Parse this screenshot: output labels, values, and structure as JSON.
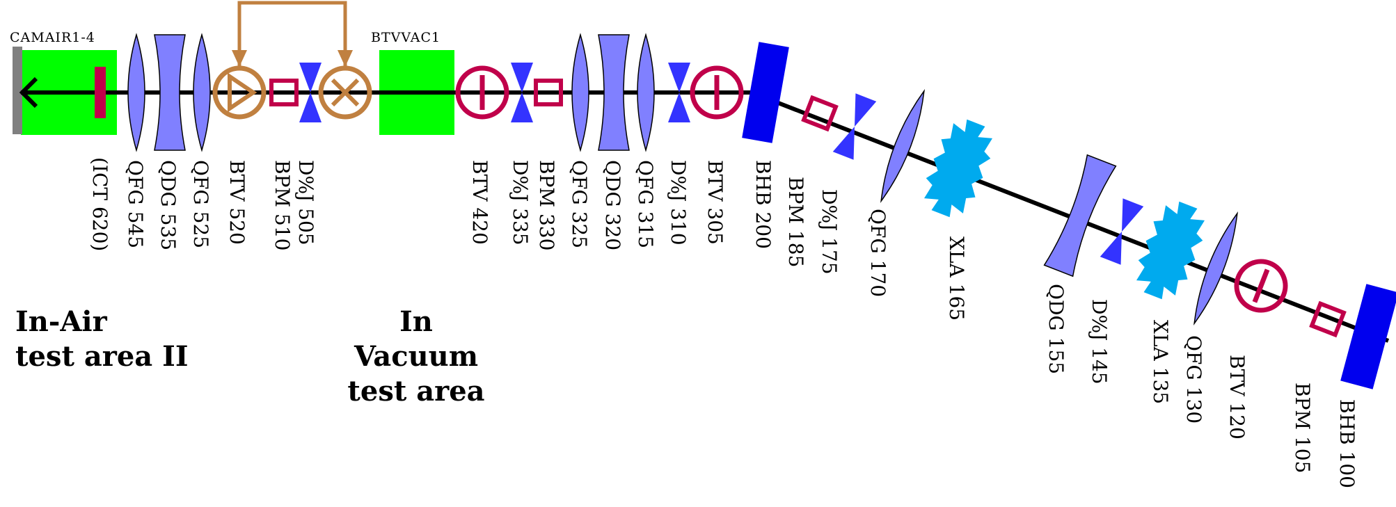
{
  "top_labels": {
    "camera": "CAMAIR1-4",
    "screen": "BTVVAC1"
  },
  "areas": {
    "in_air": {
      "line1": "In-Air",
      "line2": "test area II"
    },
    "in_vacuum": {
      "line1": "In Vacuum",
      "line2": "test area"
    }
  },
  "element_labels": [
    "(ICT 620)",
    "QFG 545",
    "QDG 535",
    "QFG 525",
    "BTV 520",
    "BPM 510",
    "D%J 505",
    "BTV 420",
    "D%J 335",
    "BPM 330",
    "QFG 325",
    "QDG 320",
    "QFG 315",
    "D%J 310",
    "BTV 305",
    "BHB 200",
    "BPM 185",
    "D%J 175",
    "QFG 170",
    "XLA 165",
    "QDG 155",
    "D%J 145",
    "XLA 135",
    "QFG 130",
    "BTV 120",
    "BPM 105",
    "BHB 100"
  ],
  "colors": {
    "beamline": "#000000",
    "test_area": "#00ff00",
    "quadrupole": "#8080ff",
    "corrector": "#3333ff",
    "monitor": "#c0004a",
    "camera_device": "#c08040",
    "dipole": "#0000ee",
    "structure": "#00aaee",
    "wall": "#808080"
  }
}
